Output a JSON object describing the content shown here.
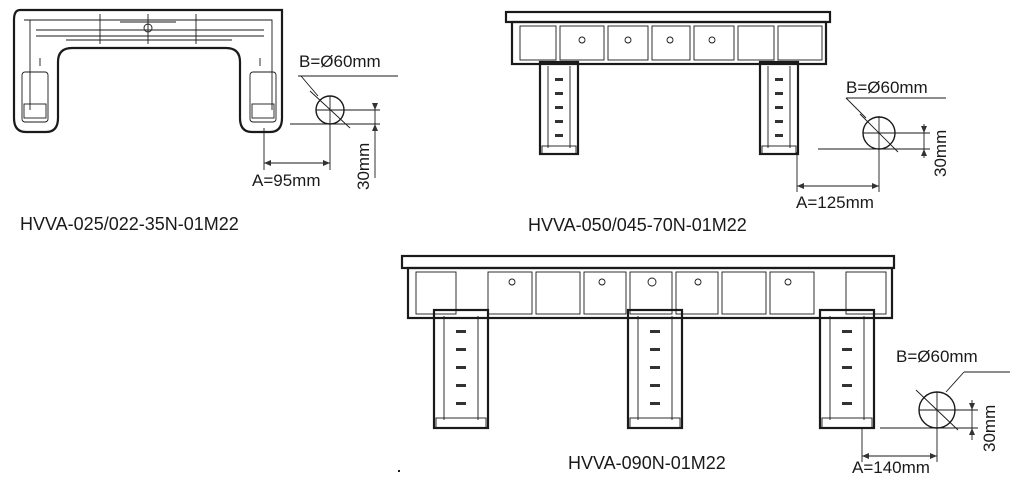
{
  "diagrams": [
    {
      "caption": "HVVA-025/022-35N-01M22",
      "dim_b": "B=Ø60mm",
      "dim_a": "A=95mm",
      "dim_v": "30mm"
    },
    {
      "caption": "HVVA-050/045-70N-01M22",
      "dim_b": "B=Ø60mm",
      "dim_a": "A=125mm",
      "dim_v": "30mm"
    },
    {
      "caption": "HVVA-090N-01M22",
      "dim_b": "B=Ø60mm",
      "dim_a": "A=140mm",
      "dim_v": "30mm"
    }
  ]
}
